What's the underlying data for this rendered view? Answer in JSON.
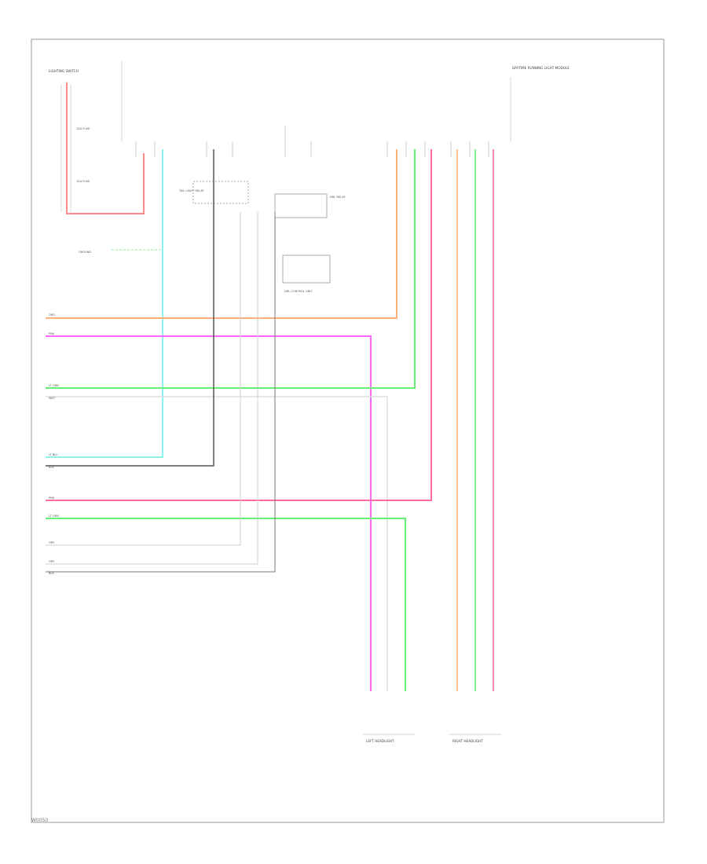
{
  "footer_code": "W0050",
  "colors": {
    "border": "#9a9a9a",
    "red": "#ff8a8a",
    "cyan": "#8ff0f0",
    "orange": "#ffb07a",
    "magenta": "#ff66ff",
    "green": "#66ee77",
    "lightgreen": "#a9f5a9",
    "pink": "#ff6b9e",
    "black": "#555555",
    "white": "#dddddd"
  },
  "components": {
    "left_top": "LIGHTING SWITCH",
    "fuse_1": "10A FUSE",
    "fuse_2": "10A FUSE",
    "relay_a": "TAIL LIGHT RELAY",
    "relay_b": "DRL RELAY",
    "ground_note": "GROUND",
    "control_unit": "DRL CONTROL UNIT",
    "right_top": "DAYTIME RUNNING LIGHT MODULE",
    "bottom_left": "LEFT HEADLIGHT",
    "bottom_right": "RIGHT HEADLIGHT"
  },
  "wire_labels": {
    "orange": "ORG",
    "magenta": "PNK",
    "green": "LT GRN",
    "white": "WHT",
    "cyan": "LT BLU",
    "black": "BLK",
    "pink": "PNK",
    "green2": "LT GRN",
    "gray1": "GRY",
    "gray2": "GRY",
    "black2": "BLK"
  }
}
